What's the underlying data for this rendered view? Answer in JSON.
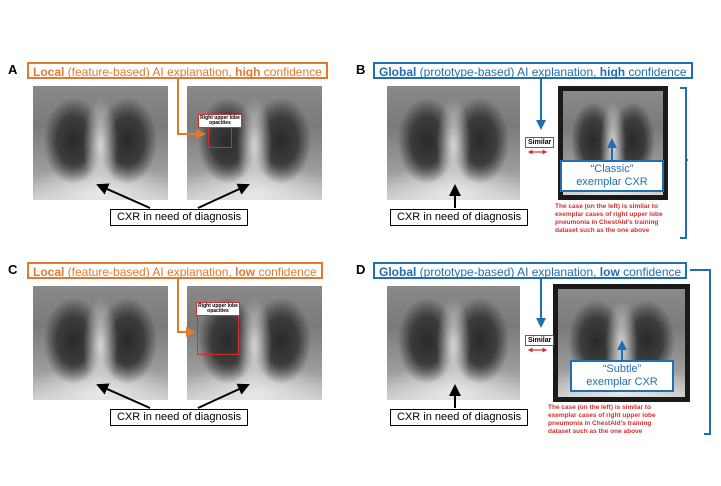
{
  "panels": {
    "A": {
      "letter": "A",
      "title_strong": "Local",
      "title_rest": " (feature-based) AI explanation, ",
      "title_conf": "high",
      "title_end": " confidence",
      "caption": "CXR in need of diagnosis",
      "roi_label": "Right upper lobe opacities"
    },
    "B": {
      "letter": "B",
      "title_strong": "Global",
      "title_rest": " (prototype-based) AI explanation, ",
      "title_conf": "high",
      "title_end": " confidence",
      "caption": "CXR in need of diagnosis",
      "similar": "Similar",
      "exemplar_line1": "“Classic”",
      "exemplar_line2": "exemplar CXR",
      "note": "The case (on the left) is similar to\nexemplar cases of  right upper lobe\npneumonia in ChestAId’s  training\ndataset such as the one above"
    },
    "C": {
      "letter": "C",
      "title_strong": "Local",
      "title_rest": " (feature-based) AI explanation, ",
      "title_conf": "low",
      "title_end": " confidence",
      "caption": "CXR in need of diagnosis",
      "roi_label": "Right upper lobe opacities"
    },
    "D": {
      "letter": "D",
      "title_strong": "Global",
      "title_rest": " (prototype-based) AI explanation, ",
      "title_conf": "low",
      "title_end": " confidence",
      "caption": "CXR in need of diagnosis",
      "similar": "Similar",
      "exemplar_line1": "“Subtle”",
      "exemplar_line2": "exemplar CXR",
      "note": "The case (on the left) is similar to\nexemplar cases of  right upper lobe\npneumonia in ChestAId’s  training\ndataset such as the one above"
    }
  },
  "colors": {
    "local": "#e07a2e",
    "global": "#1f6fb2",
    "highlight": "#d32f2f"
  }
}
